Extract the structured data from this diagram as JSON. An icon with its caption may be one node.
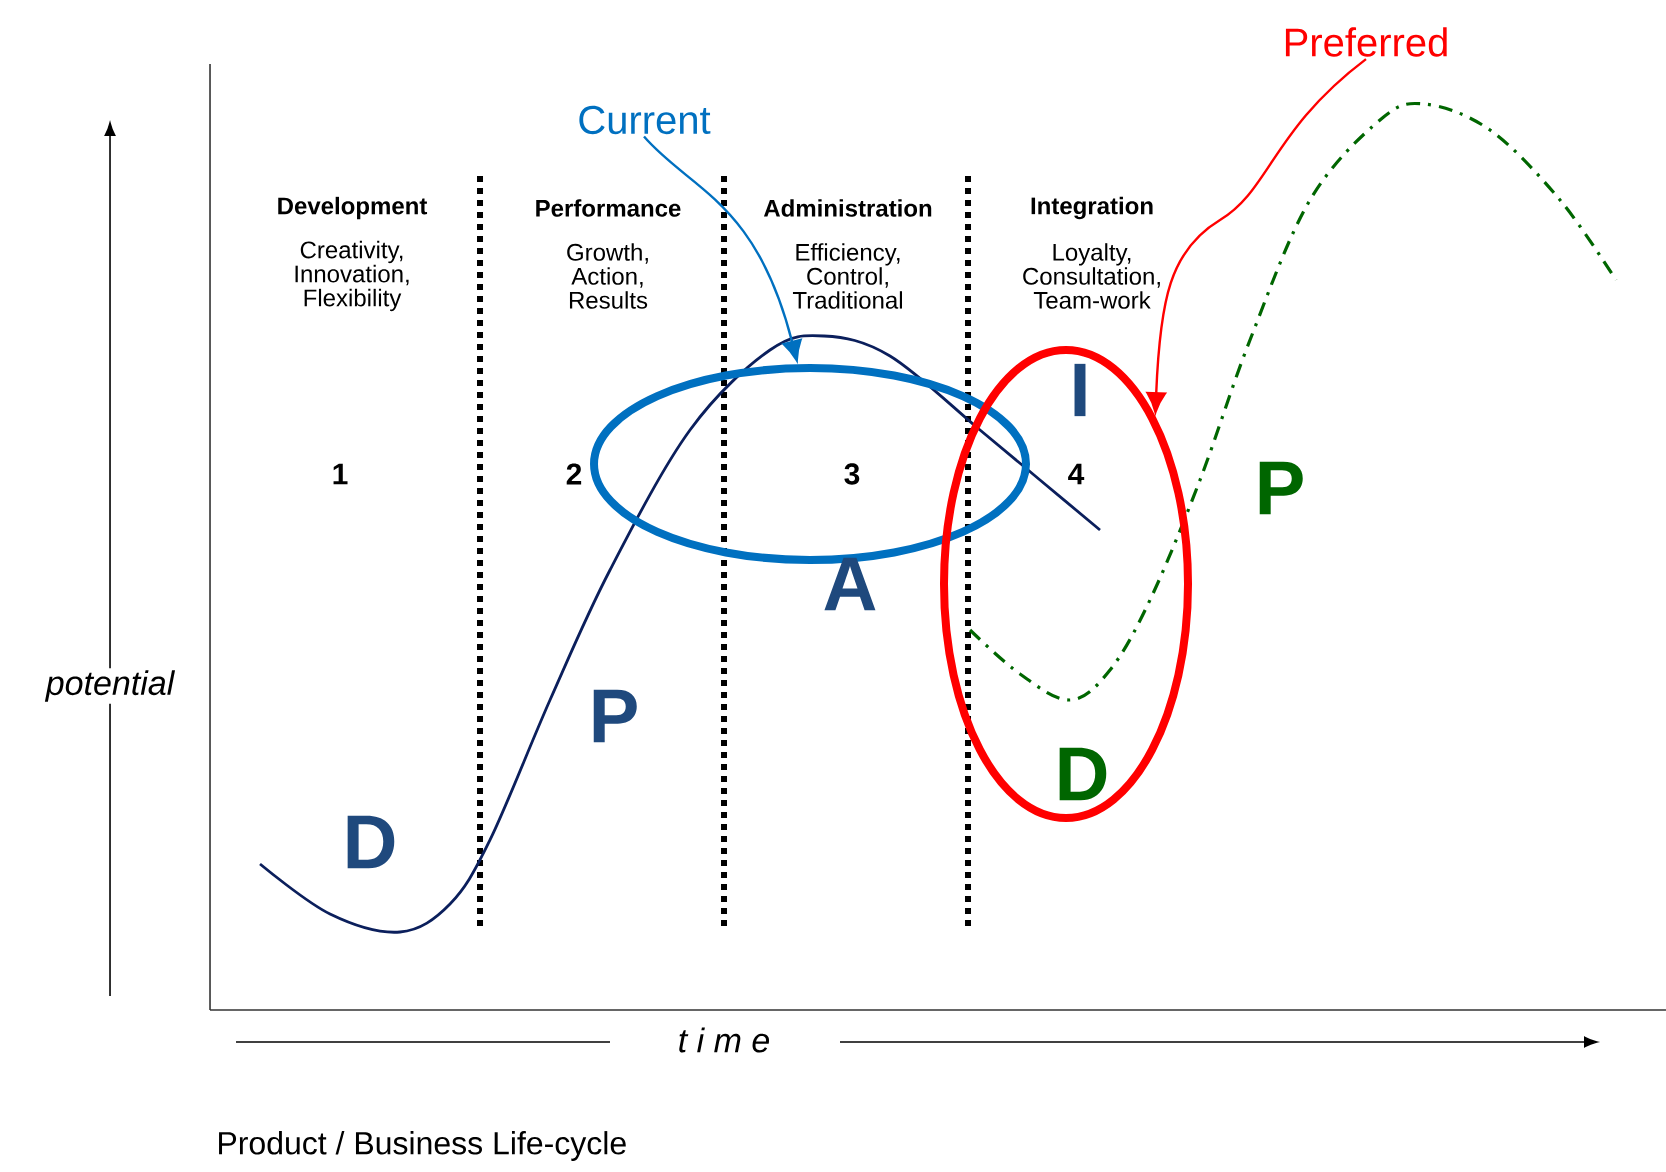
{
  "diagram": {
    "caption": "Product / Business Life-cycle",
    "nodes": [
      {
        "text": [
          "Current"
        ]
      },
      {
        "text": [],
        "shape": "ellipse"
      },
      {
        "text": [
          "Preferred"
        ]
      },
      {
        "text": [],
        "shape": "ellipse"
      }
    ],
    "edges": [
      {
        "from": 0,
        "to": 1,
        "arrow": "to",
        "color": "#0070c0"
      },
      {
        "from": 2,
        "to": 3,
        "arrow": "to",
        "color": "#ff0000"
      }
    ],
    "labels": [
      "Development",
      "Creativity, Innovation, Flexibility",
      "Performance",
      "Growth, Action, Results",
      "Administration",
      "Efficiency, Control, Traditional",
      "Integration",
      "Loyalty, Consultation, Team-work",
      "I",
      "1",
      "2",
      "3",
      "4",
      "P",
      "A",
      "potential",
      "P",
      "D",
      "D",
      "t i m e"
    ]
  }
}
